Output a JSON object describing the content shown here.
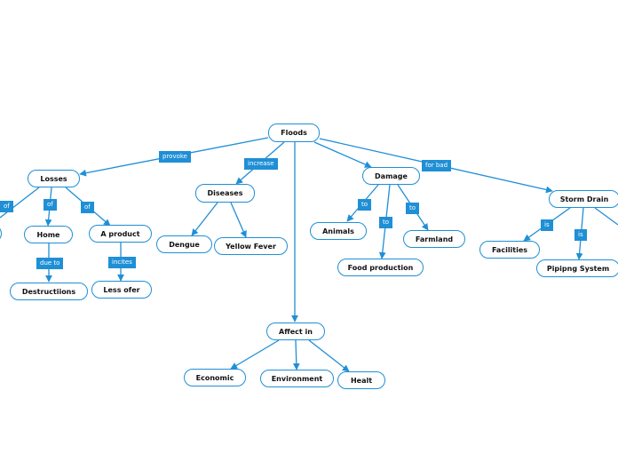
{
  "colors": {
    "accent": "#1f8fd6",
    "background": "#ffffff",
    "text": "#111111"
  },
  "nodes": {
    "floods": "Floods",
    "losses": "Losses",
    "home": "Home",
    "a_product": "A product",
    "destructions": "Destructiions",
    "less_offer": "Less ofer",
    "diseases": "Diseases",
    "dengue": "Dengue",
    "yellow_fever": "Yellow Fever",
    "damage": "Damage",
    "animals": "Animals",
    "food_production": "Food production",
    "farmland": "Farmland",
    "storm_drain": "Storm Drain",
    "facilities": "Facilities",
    "piping_system": "Pipipng System",
    "affect_in": "Affect in",
    "economic": "Economic",
    "environment": "Environment",
    "health": "Healt"
  },
  "links": {
    "provoke": "provoke",
    "increase": "increase",
    "for_bad": "for bad",
    "of_left": "of",
    "of_home": "of",
    "of_product": "of",
    "due_to": "due to",
    "incites": "incites",
    "to_animals": "to",
    "to_food": "to",
    "to_farmland": "to",
    "is_facilities": "is",
    "is_piping": "is"
  }
}
